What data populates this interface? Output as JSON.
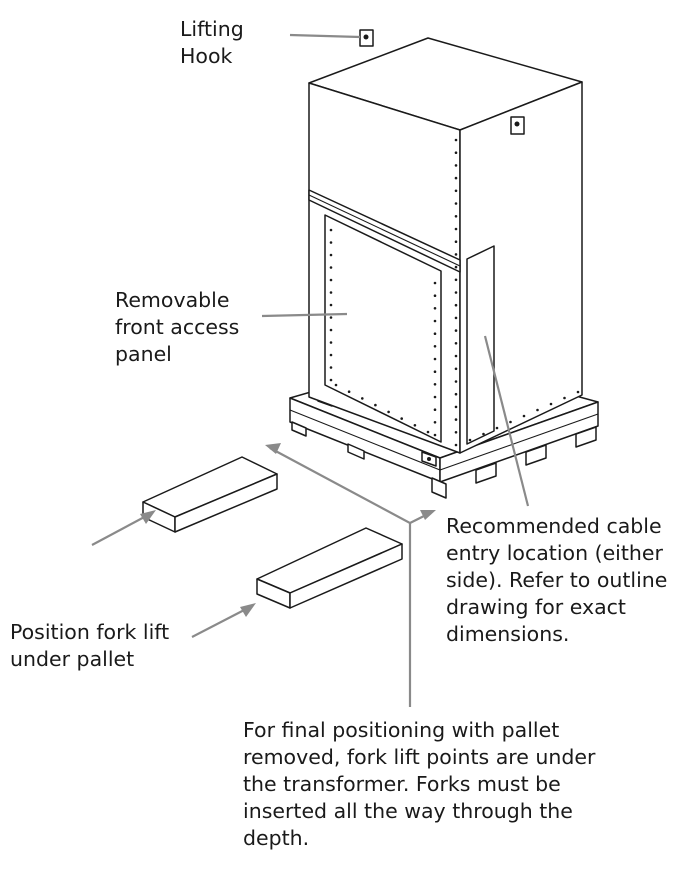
{
  "labels": {
    "lifting_hook": [
      "Lifting",
      "Hook"
    ],
    "front_panel": [
      "Removable",
      "front access",
      "panel"
    ],
    "fork_lift": [
      "Position fork lift",
      "under pallet"
    ],
    "cable_entry": [
      "Recommended cable",
      "entry location (either",
      "side). Refer to outline",
      "drawing for exact",
      "dimensions."
    ],
    "final_positioning": [
      "For final positioning with pallet",
      "removed, fork lift points are under",
      "the transformer.  Forks must be",
      "inserted all the way through the",
      "depth."
    ]
  },
  "colors": {
    "line": "#1a1a1a",
    "leader": "#8a8a8a",
    "background": "#ffffff"
  }
}
